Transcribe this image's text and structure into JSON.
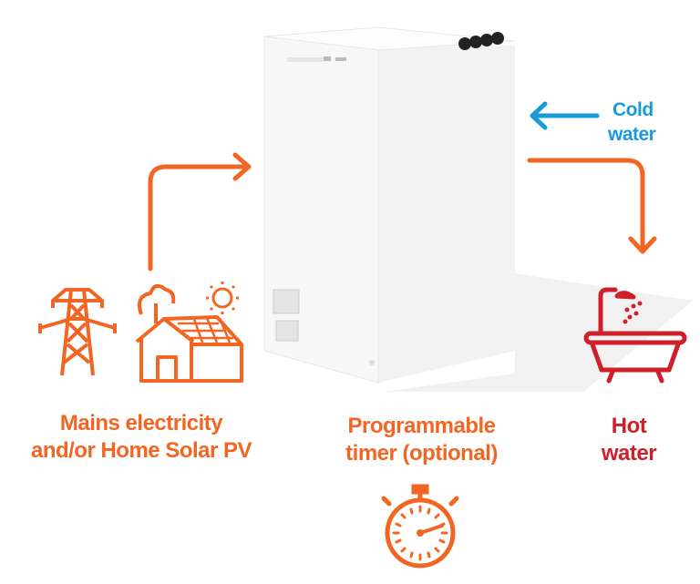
{
  "colors": {
    "orange": "#f26522",
    "red": "#cf1f2a",
    "blue": "#1b9ad8"
  },
  "labels": {
    "source_line1": "Mains electricity",
    "source_line2": "and/or Home Solar PV",
    "timer_line1": "Programmable",
    "timer_line2": "timer (optional)",
    "hot_line1": "Hot",
    "hot_line2": "water",
    "cold_line1": "Cold",
    "cold_line2": "water"
  },
  "icons": [
    "pylon-icon",
    "house-solar-icon",
    "sun-icon",
    "bathtub-shower-icon",
    "stopwatch-icon",
    "heater-unit-image"
  ]
}
